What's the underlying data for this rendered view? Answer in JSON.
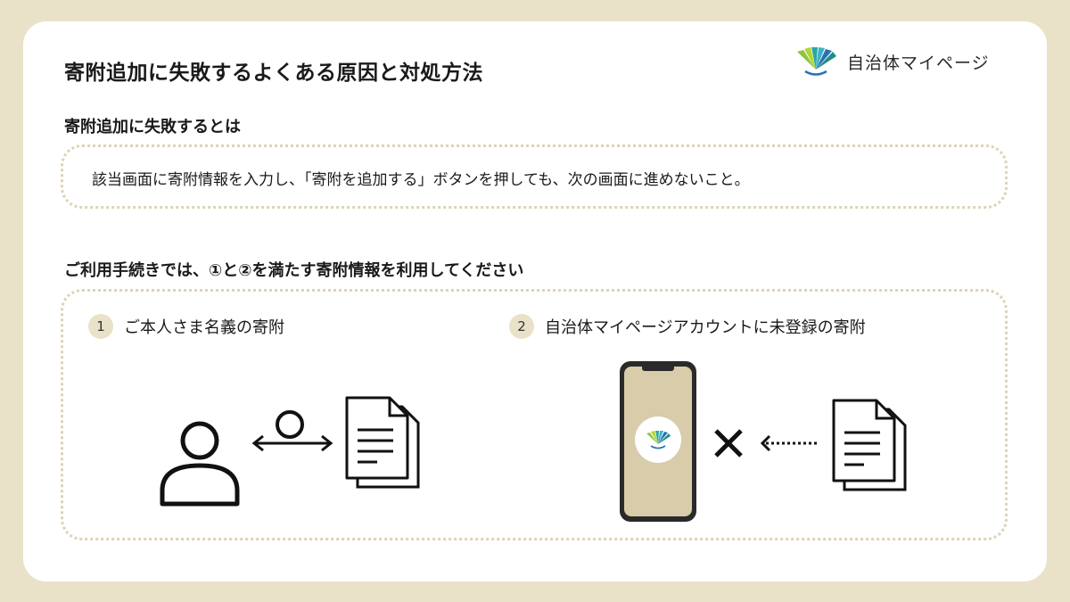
{
  "header": {
    "title": "寄附追加に失敗するよくある原因と対処方法",
    "logo_text": "自治体マイページ"
  },
  "section1": {
    "heading": "寄附追加に失敗するとは",
    "text": "該当画面に寄附情報を入力し、「寄附を追加する」ボタンを押しても、次の画面に進めないこと。"
  },
  "section2": {
    "heading": "ご利用手続きでは、①と②を満たす寄附情報を利用してください",
    "items": [
      {
        "number": "1",
        "label": "ご本人さま名義の寄附"
      },
      {
        "number": "2",
        "label": "自治体マイページアカウントに未登録の寄附"
      }
    ]
  },
  "colors": {
    "background": "#e9e2c8",
    "card": "#ffffff",
    "dotted_border": "#ddd4b5",
    "phone_screen": "#d8ccaa",
    "logo_green": "#8cc63f",
    "logo_teal": "#2aa7a0",
    "logo_blue": "#2c6fb6"
  },
  "icons": [
    "logo-icon",
    "person-icon",
    "equal-circle-icon",
    "double-arrow-icon",
    "document-icon",
    "smartphone-icon",
    "cross-icon",
    "dotted-arrow-icon"
  ]
}
